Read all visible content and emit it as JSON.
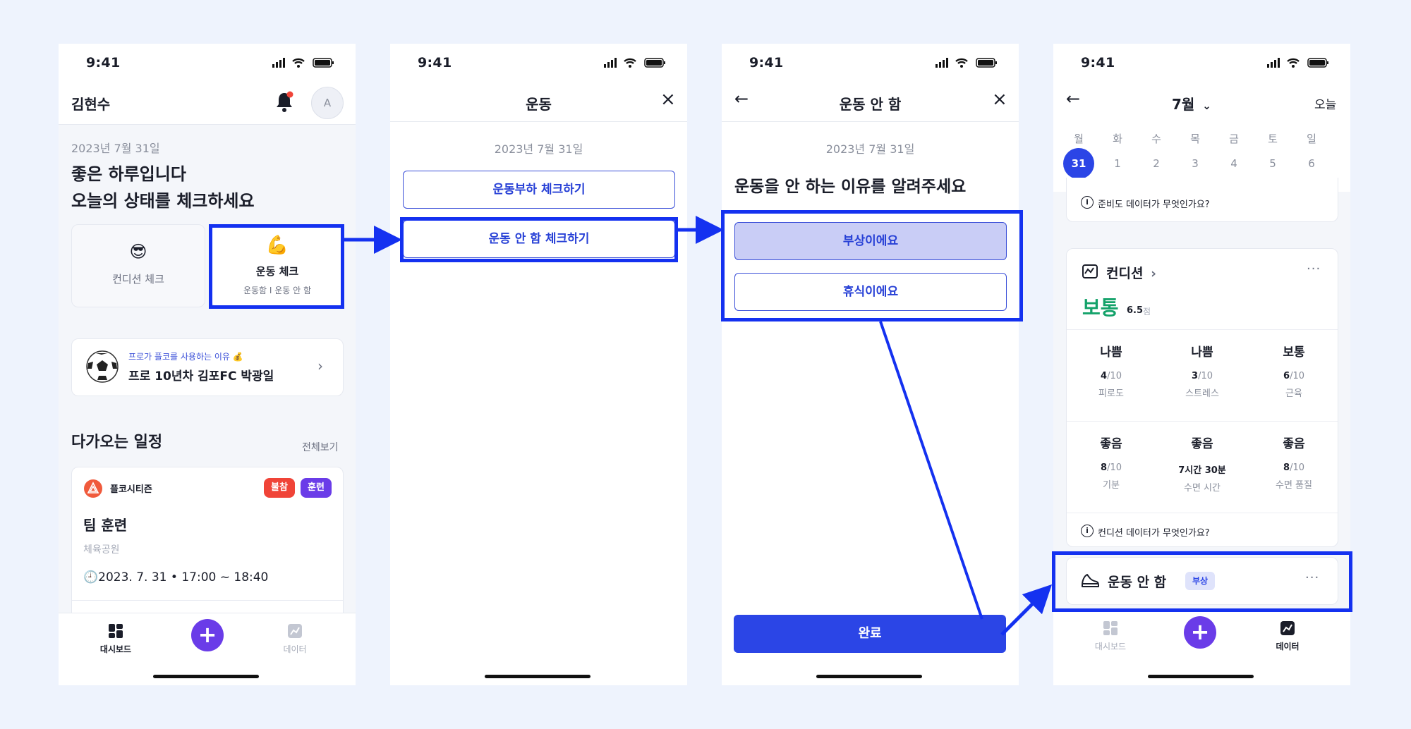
{
  "status_time": "9:41",
  "screen1": {
    "user_name": "김현수",
    "avatar_letter": "A",
    "date": "2023년 7월 31일",
    "greeting_line1": "좋은 하루입니다",
    "greeting_line2": "오늘의 상태를 체크하세요",
    "condition_check_emoji": "😎",
    "condition_check_label": "컨디션 체크",
    "exercise_check_emoji": "💪",
    "exercise_check_label": "운동 체크",
    "exercise_check_sub": "운동함 I 운동 안 함",
    "promo_small": "프로가 플코를 사용하는 이유 💰",
    "promo_title": "프로 10년차 김포FC 박광일",
    "schedule_title": "다가오는 일정",
    "see_all": "전체보기",
    "event": {
      "team": "플코시티즌",
      "badge_absent": "불참",
      "badge_training": "훈련",
      "title": "팀 훈련",
      "place": "체육공원",
      "time": "🕘2023. 7. 31 • 17:00 ~ 18:40"
    },
    "tabs": {
      "dashboard": "대시보드",
      "data": "데이터"
    }
  },
  "screen2": {
    "title": "운동",
    "date": "2023년 7월 31일",
    "btn_load": "운동부하 체크하기",
    "btn_no_exercise": "운동 안 함 체크하기"
  },
  "screen3": {
    "title": "운동 안 함",
    "date": "2023년 7월 31일",
    "question": "운동을 안 하는 이유를 알려주세요",
    "option_injury": "부상이에요",
    "option_rest": "휴식이에요",
    "done": "완료"
  },
  "screen4": {
    "month": "7월",
    "today": "오늘",
    "weekdays": [
      "월",
      "화",
      "수",
      "목",
      "금",
      "토",
      "일"
    ],
    "dates": [
      "31",
      "1",
      "2",
      "3",
      "4",
      "5",
      "6"
    ],
    "readiness_info": "준비도 데이터가 무엇인가요?",
    "condition_title": "컨디션",
    "condition_level": "보통",
    "condition_score": "6.5",
    "condition_unit": "점",
    "metrics": [
      {
        "level": "나쁨",
        "score": "4",
        "max": "/10",
        "label": "피로도",
        "color": "#1a1d29"
      },
      {
        "level": "나쁨",
        "score": "3",
        "max": "/10",
        "label": "스트레스",
        "color": "#1a1d29"
      },
      {
        "level": "보통",
        "score": "6",
        "max": "/10",
        "label": "근육",
        "color": "#1a1d29"
      },
      {
        "level": "좋음",
        "score": "8",
        "max": "/10",
        "label": "기분",
        "color": "#1a1d29"
      },
      {
        "level": "좋음",
        "score": "7시간 30분",
        "max": "",
        "label": "수면 시간",
        "color": "#1a1d29"
      },
      {
        "level": "좋음",
        "score": "8",
        "max": "/10",
        "label": "수면 품질",
        "color": "#1a1d29"
      }
    ],
    "condition_info": "컨디션 데이터가 무엇인가요?",
    "no_exercise_title": "운동 안 함",
    "no_exercise_badge": "부상",
    "tabs": {
      "dashboard": "대시보드",
      "data": "데이터"
    }
  },
  "colors": {
    "accent": "#2b45e6",
    "highlight": "#1431f0",
    "purple": "#6a3ce8",
    "green": "#14a26a",
    "red": "#f04438"
  }
}
